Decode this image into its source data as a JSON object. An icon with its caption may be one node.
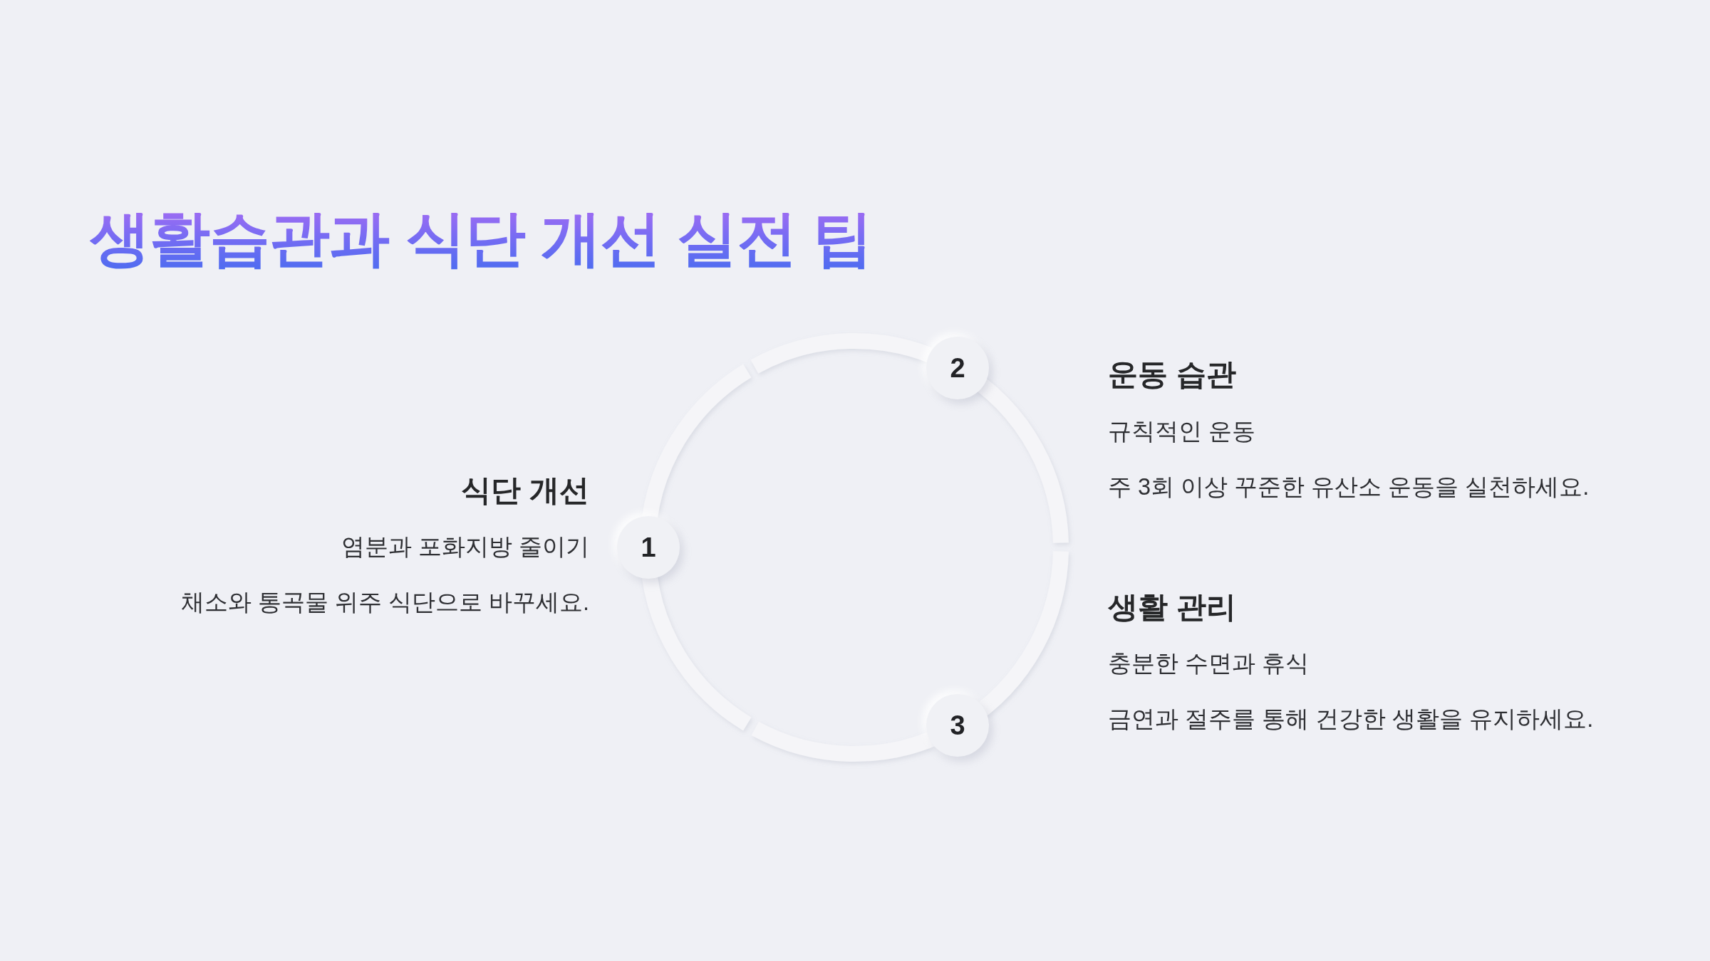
{
  "diagram": {
    "title": "생활습관과 식단 개선 실전 팁",
    "nodes": [
      {
        "text": [
          "1"
        ],
        "beside": [
          "식단 개선",
          "염분과 포화지방 줄이기",
          "채소와 통곡물 위주 식단으로 바꾸세요."
        ]
      },
      {
        "text": [
          "2"
        ],
        "beside": [
          "운동 습관",
          "규칙적인 운동",
          "주 3회 이상 꾸준한 유산소 운동을 실천하세요."
        ]
      },
      {
        "text": [
          "3"
        ],
        "beside": [
          "생활 관리",
          "충분한 수면과 휴식",
          "금연과 절주를 통해 건강한 생활을 유지하세요."
        ]
      }
    ]
  }
}
